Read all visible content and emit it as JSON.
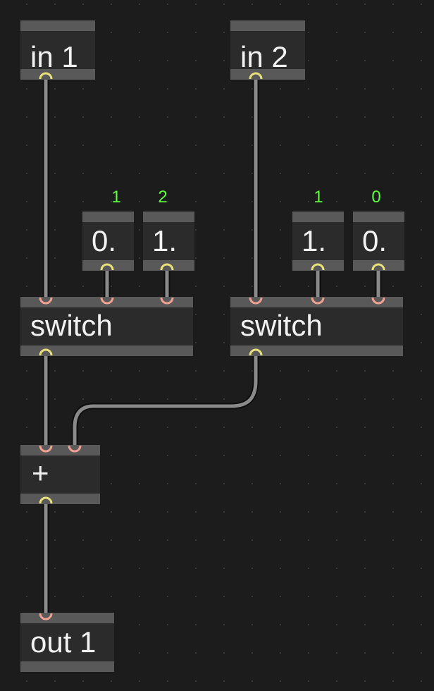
{
  "patcher": {
    "objects": {
      "in1": {
        "label": "in 1"
      },
      "in2": {
        "label": "in 2"
      },
      "num_a": {
        "value": "0.",
        "hint": "1"
      },
      "num_b": {
        "value": "1.",
        "hint": "2"
      },
      "num_c": {
        "value": "1.",
        "hint": "1"
      },
      "num_d": {
        "value": "0.",
        "hint": "0"
      },
      "switch1": {
        "label": "switch"
      },
      "switch2": {
        "label": "switch"
      },
      "plus": {
        "label": "+"
      },
      "out1": {
        "label": "out 1"
      }
    }
  },
  "colors": {
    "background": "#1c1c1c",
    "object_bar": "#595959",
    "object_body": "#2b2b2b",
    "text": "#f2f2f2",
    "hint": "#5cff3a",
    "inlet": "#f0a090",
    "outlet": "#e8e07a",
    "cord": "#8a8a8a"
  }
}
